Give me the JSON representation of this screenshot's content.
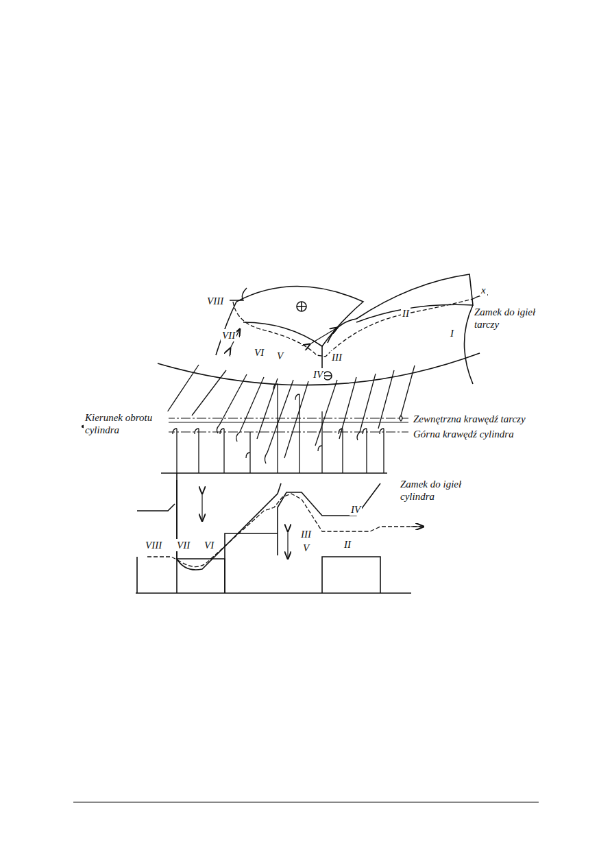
{
  "diagram": {
    "labels": [
      "VIII",
      "x",
      "Zamek do igieł tarczy",
      "II",
      "I",
      "VII",
      "VI",
      "V",
      "III",
      "IV",
      "Kierunek obrotu cylindra",
      "Zewnętrzna krawędź tarczy",
      "Górna krawędź cylindra",
      "Zamek do igieł cylindra",
      "IV",
      "III",
      "II",
      "V",
      "VI",
      "VII",
      "VIII"
    ]
  }
}
